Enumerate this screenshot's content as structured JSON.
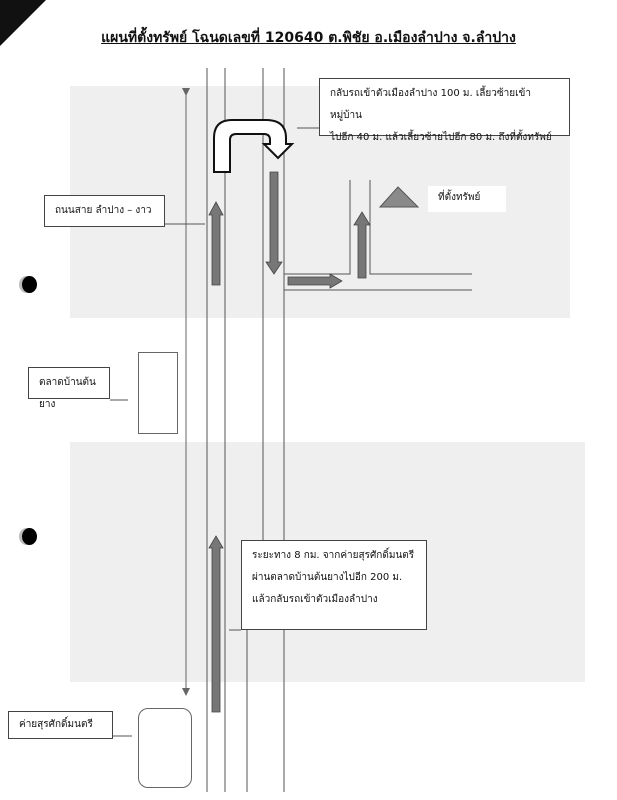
{
  "title": "แผนที่ตั้งทรัพย์ โฉนดเลขที่ 120640 ต.พิชัย อ.เมืองลำปาง จ.ลำปาง",
  "labels": {
    "highway": "ถนนสาย ลำปาง – งาว",
    "market": "ตลาดบ้านต้นยาง",
    "camp": "ค่ายสุรศักดิ์มนตรี",
    "property": "ที่ตั้งทรัพย์"
  },
  "directions": {
    "top": [
      "กลับรถเข้าตัวเมืองลำปาง 100 ม. เลี้ยวซ้ายเข้าหมู่บ้าน",
      "ไปอีก 40 ม. แล้วเลี้ยวซ้ายไปอีก 80 ม. ถึงที่ตั้งทรัพย์"
    ],
    "bottom": [
      "ระยะทาง 8 กม. จากค่ายสุรศักดิ์มนตรี",
      "ผ่านตลาดบ้านต้นยางไปอีก 200 ม.",
      "แล้วกลับรถเข้าตัวเมืองลำปาง"
    ]
  },
  "colors": {
    "arrow": "#777777",
    "road": "#555555",
    "shade": "#efefef",
    "property_marker": "#8a8a8a"
  },
  "icons": [
    "u-turn-arrow",
    "direction-arrow",
    "property-triangle-marker",
    "binder-hole"
  ]
}
